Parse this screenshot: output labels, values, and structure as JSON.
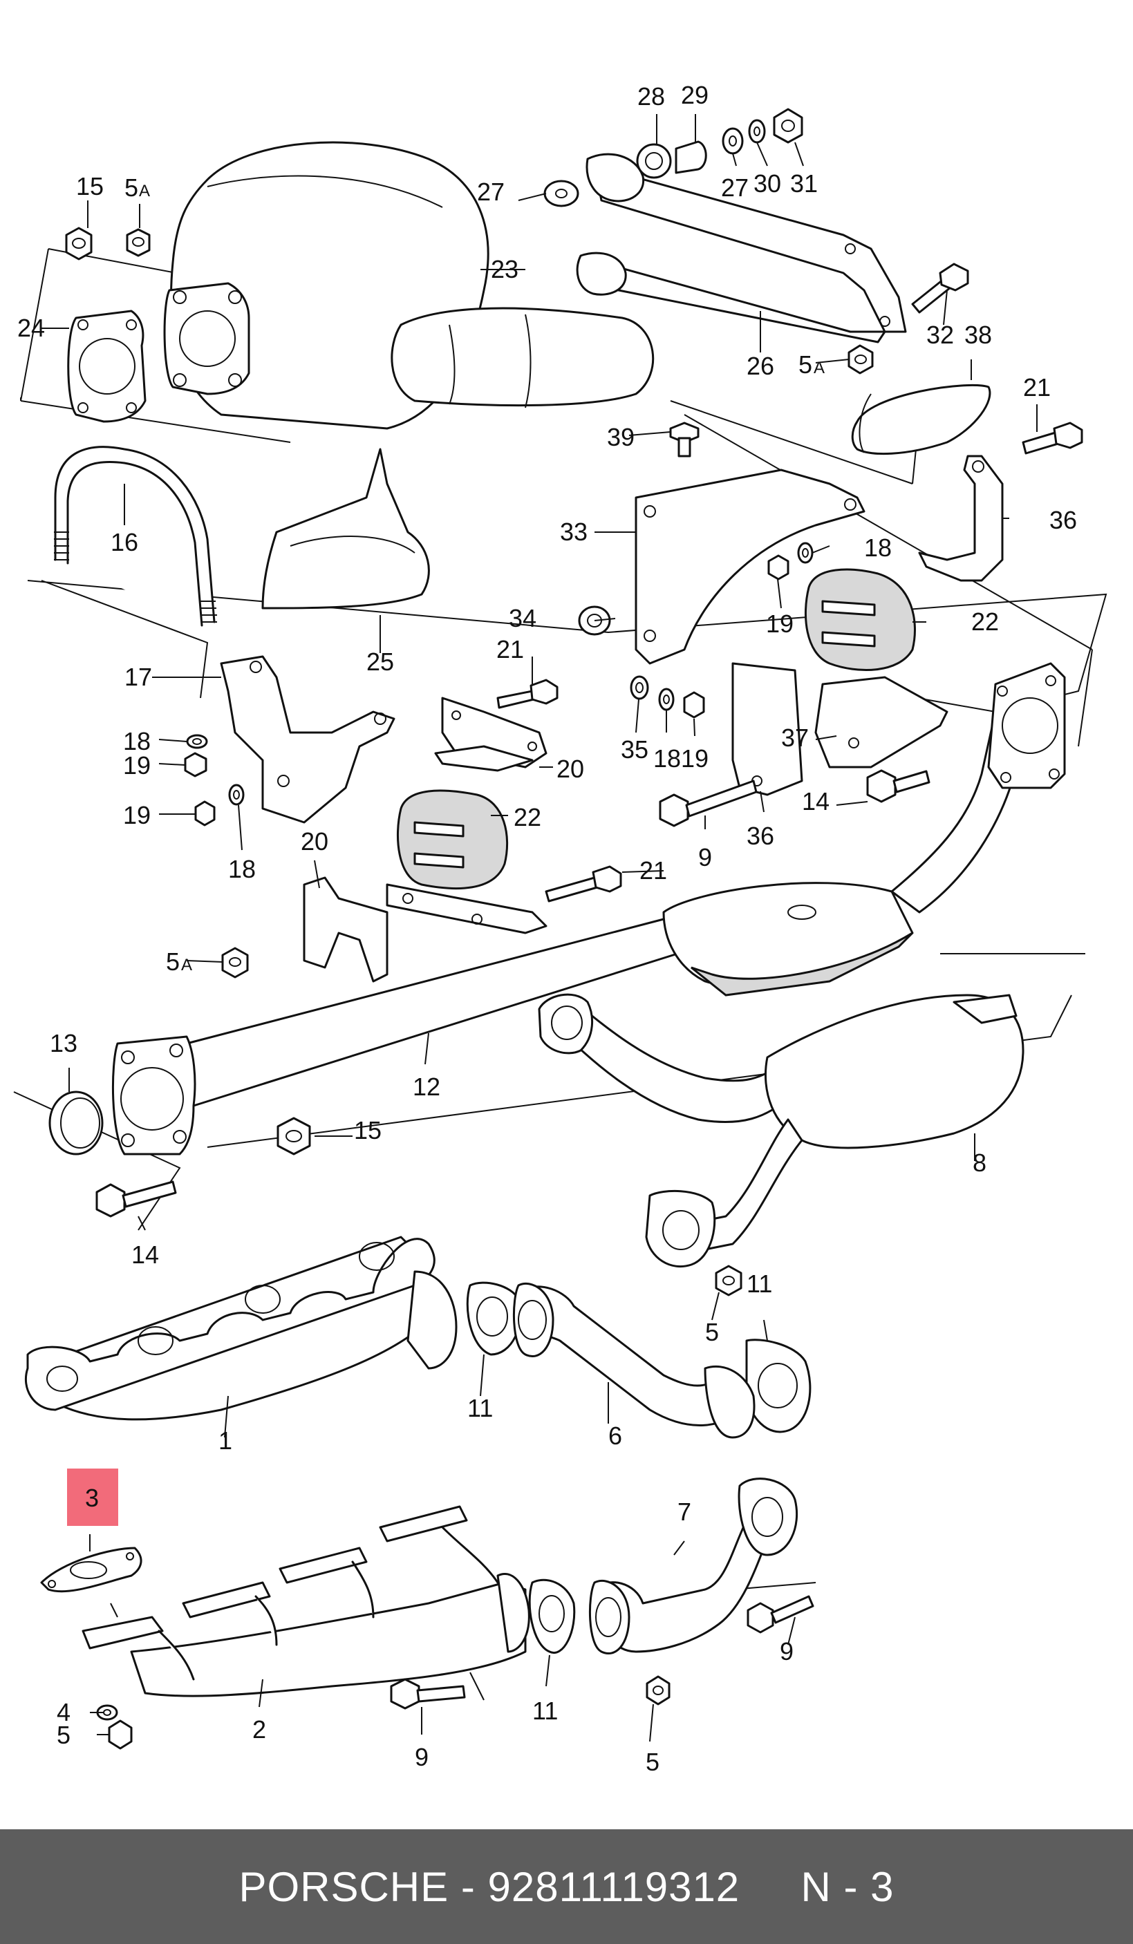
{
  "labels": {
    "p1": "1",
    "p2": "2",
    "p3": "3",
    "p4": "4",
    "p5a": "5",
    "p5b": "5",
    "p5c": "5",
    "p5A_1": "5",
    "p5A_2": "5",
    "p5A_3": "5",
    "p6": "6",
    "p7": "7",
    "p8": "8",
    "p9a": "9",
    "p9b": "9",
    "p9c": "9",
    "p11a": "11",
    "p11b": "11",
    "p11c": "11",
    "p12": "12",
    "p13": "13",
    "p14a": "14",
    "p14b": "14",
    "p15a": "15",
    "p15b": "15",
    "p16": "16",
    "p17": "17",
    "p18a": "18",
    "p18b": "18",
    "p18c": "18",
    "p18d": "18",
    "p19a": "19",
    "p19b": "19",
    "p19c": "19",
    "p19d": "19",
    "p20a": "20",
    "p20b": "20",
    "p21a": "21",
    "p21b": "21",
    "p21c": "21",
    "p22a": "22",
    "p22b": "22",
    "p23": "23",
    "p24": "24",
    "p25": "25",
    "p26": "26",
    "p27a": "27",
    "p27b": "27",
    "p28": "28",
    "p29": "29",
    "p30": "30",
    "p31": "31",
    "p32": "32",
    "p33": "33",
    "p34": "34",
    "p35": "35",
    "p36a": "36",
    "p36b": "36",
    "p37": "37",
    "p38": "38",
    "p39": "39",
    "suffixA": "A"
  },
  "highlight": {
    "label": "3",
    "color": "#f26b7a"
  },
  "footer": {
    "text": "PORSCHE - 92811119312     N - 3",
    "background": "#5d5d5d"
  }
}
